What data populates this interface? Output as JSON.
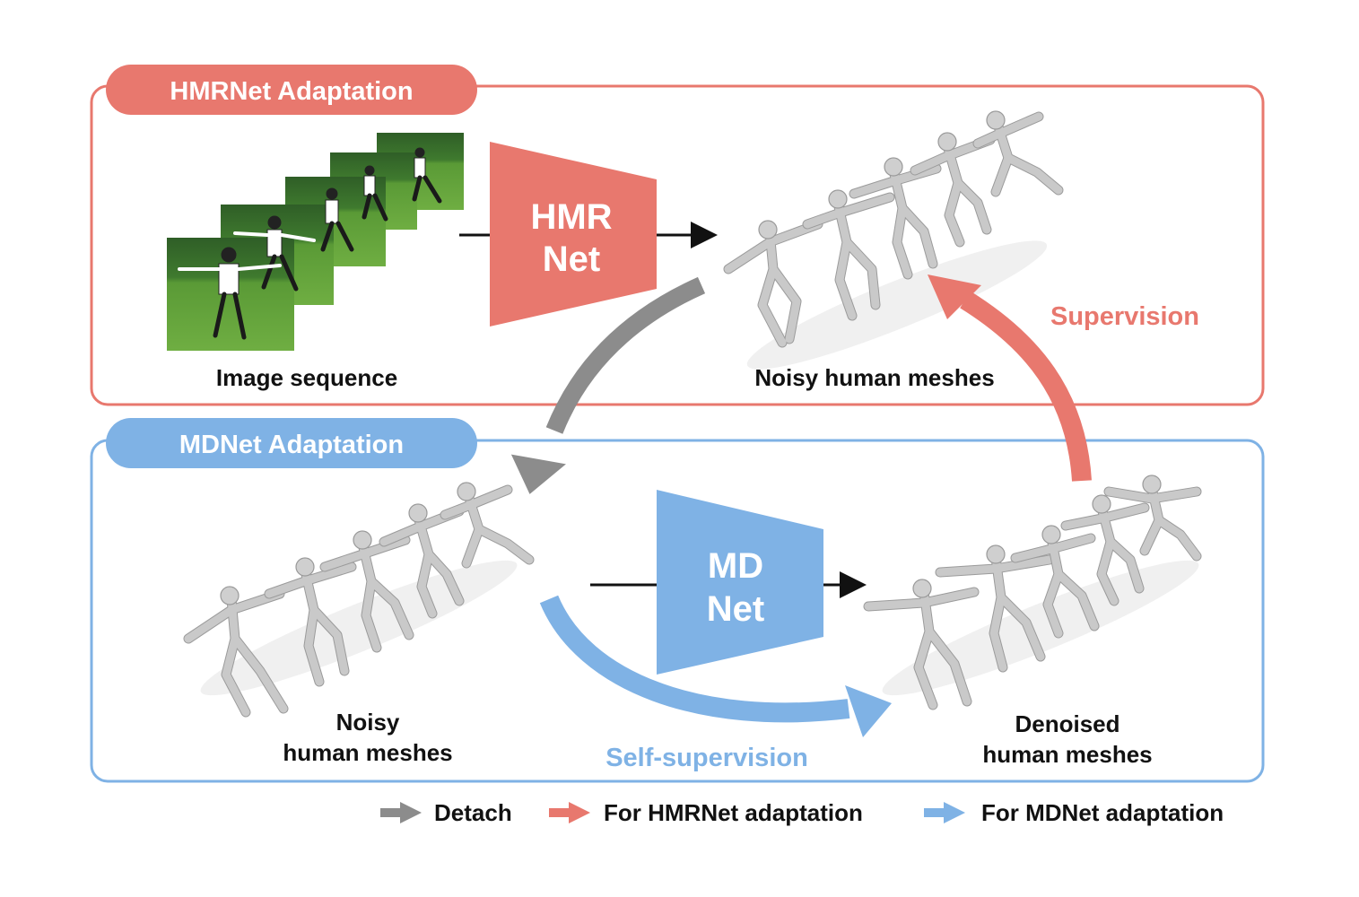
{
  "panels": {
    "hmrnet": {
      "title": "HMRNet Adaptation",
      "color": "#e8786e"
    },
    "mdnet": {
      "title": "MDNet Adaptation",
      "color": "#7fb2e5"
    }
  },
  "networks": {
    "hmr": {
      "line1": "HMR",
      "line2": "Net"
    },
    "md": {
      "line1": "MD",
      "line2": "Net"
    }
  },
  "captions": {
    "image_sequence": "Image sequence",
    "noisy_top": "Noisy human meshes",
    "noisy_bottom_line1": "Noisy",
    "noisy_bottom_line2": "human meshes",
    "denoised_line1": "Denoised",
    "denoised_line2": "human meshes"
  },
  "arrow_labels": {
    "supervision": "Supervision",
    "self_supervision": "Self-supervision"
  },
  "legend": [
    {
      "label": "Detach",
      "color": "#8c8c8c"
    },
    {
      "label": "For HMRNet adaptation",
      "color": "#e8786e"
    },
    {
      "label": "For MDNet adaptation",
      "color": "#7fb2e5"
    }
  ],
  "colors": {
    "detach": "#8c8c8c",
    "hmrnet": "#e8786e",
    "mdnet": "#7fb2e5",
    "grass": "#5a9a36",
    "hedge": "#2f5e27"
  },
  "icons": {
    "image_frame": "photo-frame",
    "mesh": "human-mesh-figure"
  }
}
